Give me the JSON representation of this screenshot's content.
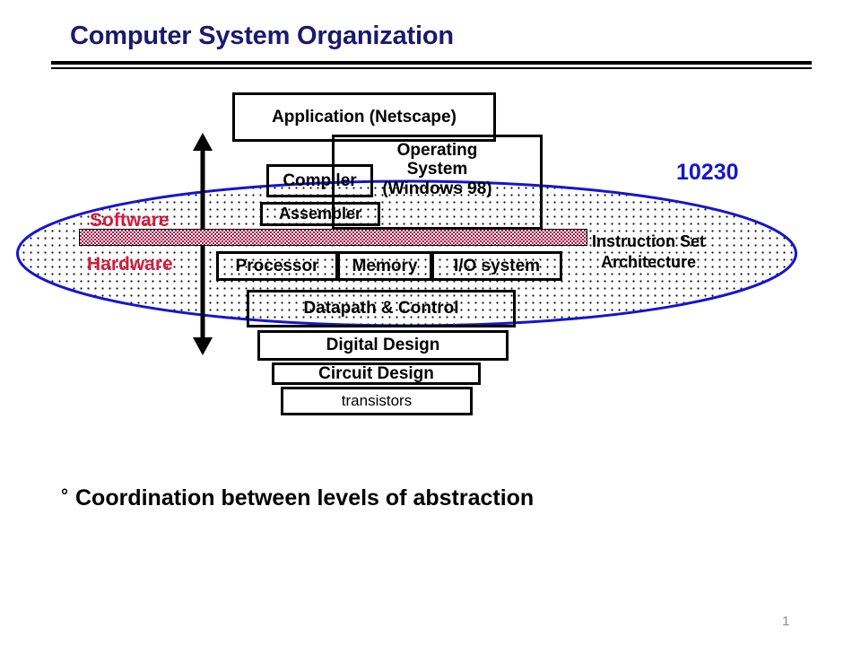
{
  "slide": {
    "title": "Computer System Organization",
    "page_number": "1",
    "bullet_mark": "°",
    "bullet_text": "Coordination between levels of abstraction",
    "accent_title_color": "#1a1a6e",
    "ellipse_stroke_color": "#1515cf",
    "software_hardware_color": "#d61a3c",
    "isa_bar_color": "#b01040",
    "number_color": "#1515cf"
  },
  "diagram": {
    "layers": {
      "application": "Application (Netscape)",
      "operating_system_line1": "Operating",
      "operating_system_line2": "System",
      "operating_system_line3": "(Windows 98)",
      "compiler": "Compiler",
      "assembler": "Assembler",
      "processor": "Processor",
      "memory": "Memory",
      "io_system": "I/O system",
      "datapath": "Datapath & Control",
      "digital_design": "Digital Design",
      "circuit_design": "Circuit Design",
      "transistors": "transistors"
    },
    "labels": {
      "software": "Software",
      "hardware": "Hardware",
      "isa_line1": "Instruction Set",
      "isa_line2": "Architecture",
      "course_number": "10230"
    }
  }
}
